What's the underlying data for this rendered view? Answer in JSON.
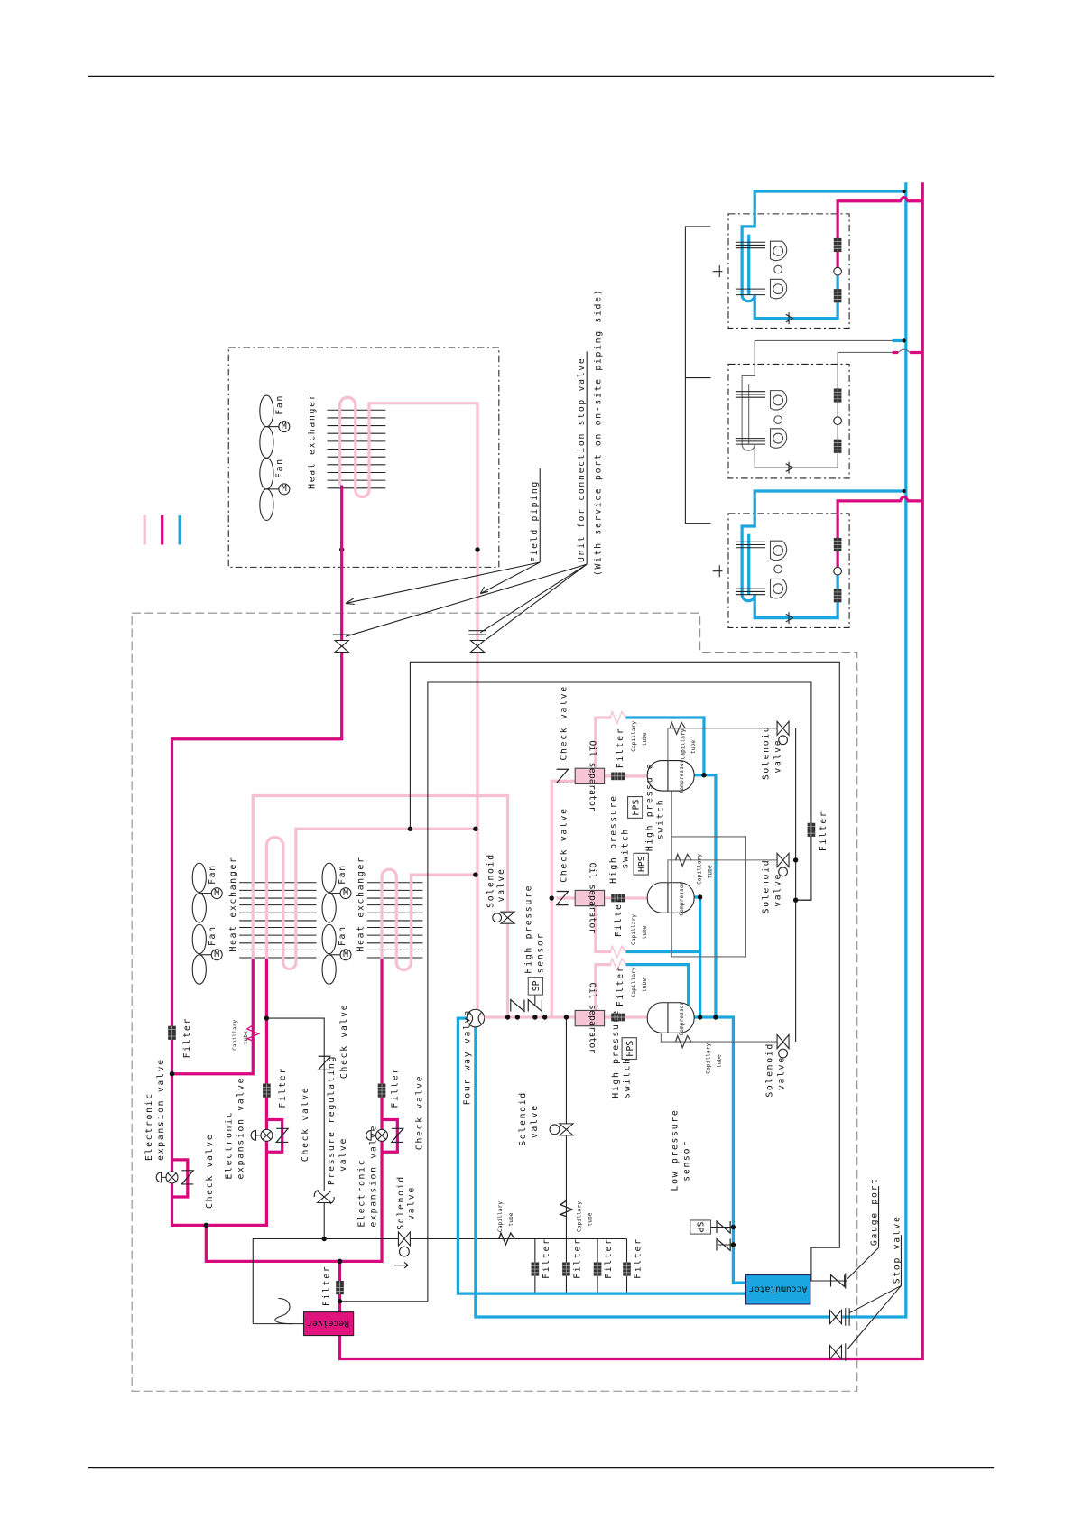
{
  "colors": {
    "pipe_light_pink": "#f6bfd2",
    "pipe_magenta": "#d8087f",
    "pipe_cyan": "#1aa6df",
    "receiver_fill": "#e0137f",
    "accumulator_fill": "#1aa6df"
  },
  "motor_symbol": "M",
  "labels": [
    "Fan",
    "Fan",
    "Heat exchanger",
    "Field piping",
    "Unit for connection stop valve",
    "(With service port on on-site piping side)",
    "Fan",
    "Fan",
    "Heat exchanger",
    "Fan",
    "Fan",
    "Heat exchanger",
    "Filter",
    "Capillary",
    "tube",
    "Electronic",
    "expansion valve",
    "Check valve",
    "Electronic",
    "expansion valve",
    "Filter",
    "Check valve",
    "Check valve",
    "Pressure regulating",
    "valve",
    "Filter",
    "Electronic",
    "expansion valve",
    "Check valve",
    "Solenoid",
    "valve",
    "Filter",
    "Receiver",
    "Four way valve",
    "Solenoid",
    "valve",
    "Capillary",
    "tube",
    "Capillary",
    "tube",
    "Filter",
    "Filter",
    "Filter",
    "Filter",
    "High pressure",
    "sensor",
    "SP",
    "Solenoid",
    "valve",
    "Check valve",
    "Check valve",
    "Oil separator",
    "Oil separator",
    "Oil separator",
    "Filter",
    "Filter",
    "Filter",
    "Capillary",
    "tube",
    "Capillary",
    "tube",
    "Capillary",
    "tube",
    "High pressure",
    "switch",
    "HPS",
    "High pressure",
    "switch",
    "HPS",
    "High pressure",
    "switch",
    "HPS",
    "Compressor",
    "Compressor",
    "Compressor",
    "Capillary",
    "tube",
    "Capillary",
    "tube",
    "Capillary",
    "tube",
    "Solenoid",
    "valve",
    "Solenoid",
    "valve",
    "Solenoid",
    "valve",
    "Filter",
    "Low pressure",
    "sensor",
    "SP",
    "Accumulator",
    "Gauge port",
    "Stop valve"
  ]
}
